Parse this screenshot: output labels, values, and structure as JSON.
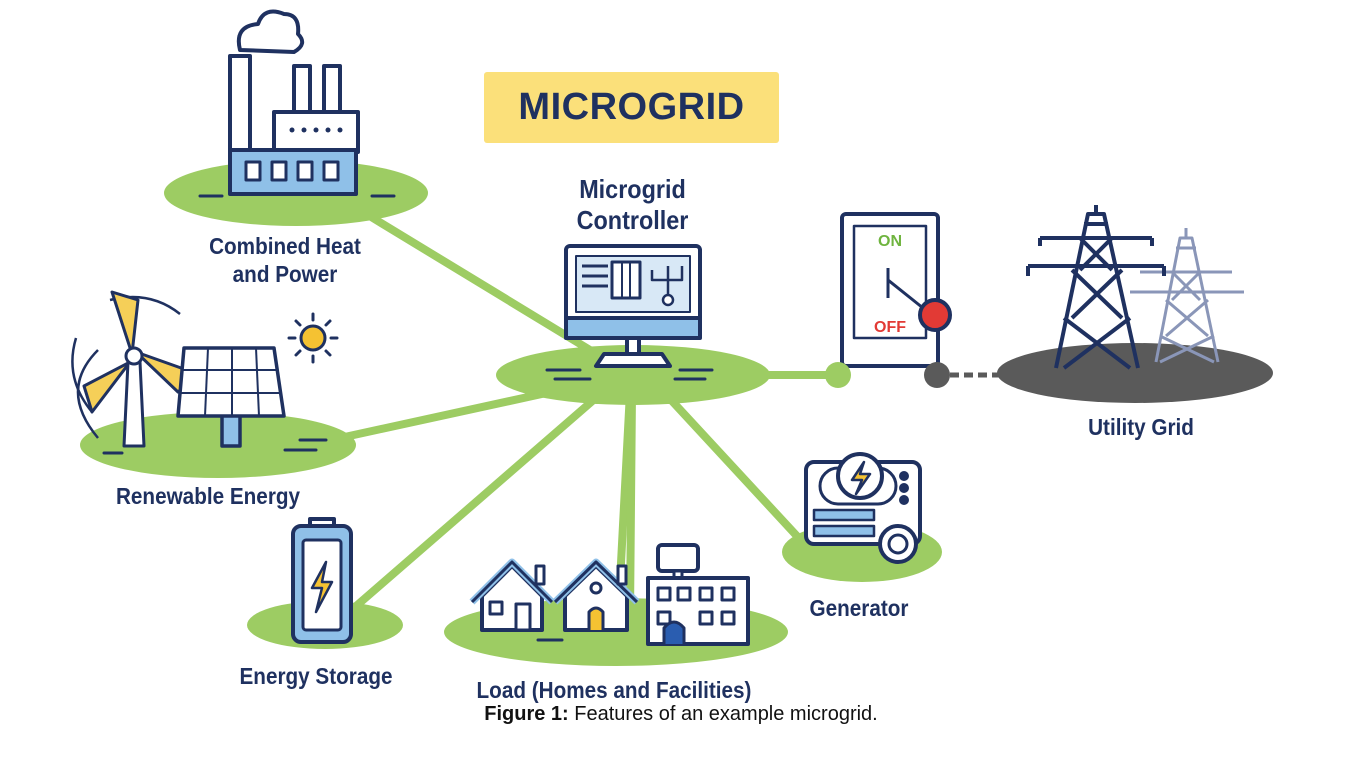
{
  "title": "MICROGRID",
  "nodes": {
    "chp": {
      "label_line1": "Combined Heat",
      "label_line2": "and Power"
    },
    "controller": {
      "label_line1": "Microgrid",
      "label_line2": "Controller"
    },
    "renewable": {
      "label": "Renewable Energy"
    },
    "storage": {
      "label": "Energy Storage"
    },
    "load": {
      "label": "Load (Homes and Facilities)"
    },
    "generator": {
      "label": "Generator"
    },
    "utility": {
      "label": "Utility Grid"
    }
  },
  "switch": {
    "on_label": "ON",
    "off_label": "OFF"
  },
  "caption": {
    "prefix": "Figure 1:",
    "text": " Features of an example microgrid."
  },
  "colors": {
    "navy": "#1f3160",
    "green": "#9dcc63",
    "yellow_title": "#fbe07a",
    "sky_blue": "#8fc0e8",
    "red": "#e23a35",
    "gray_ground": "#5a5a5a",
    "sun": "#f5c232"
  },
  "icons": [
    "factory-icon",
    "monitor-icon",
    "wind-turbine-icon",
    "solar-panel-icon",
    "sun-icon",
    "battery-icon",
    "house-icon",
    "building-icon",
    "generator-icon",
    "switch-icon",
    "transmission-tower-icon"
  ]
}
